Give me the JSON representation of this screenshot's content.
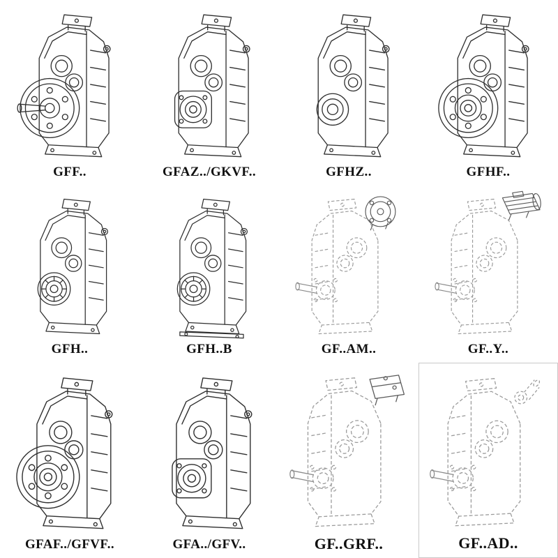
{
  "page": {
    "background": "#ffffff"
  },
  "style": {
    "line_color": "#2f2f2f",
    "phantom_line_color": "#9a9a9a",
    "attachment_line_color": "#5a5a5a",
    "label_color": "#101010",
    "box_border_color": "#c9c9c9"
  },
  "items": [
    {
      "label": "GFF..",
      "drawing": "parallel-shaft-gearbox-solid-shaft-output-flange"
    },
    {
      "label": "GFAZ../GKVF..",
      "drawing": "parallel-shaft-gearbox-hollow-shaft-square-flange"
    },
    {
      "label": "GFHZ..",
      "drawing": "parallel-shaft-gearbox-hollow-shaft"
    },
    {
      "label": "GFHF..",
      "drawing": "parallel-shaft-gearbox-hollow-shaft-round-flange"
    },
    {
      "label": "GFH..",
      "drawing": "parallel-shaft-gearbox-hollow-shaft-shrink-disc"
    },
    {
      "label": "GFH..B",
      "drawing": "parallel-shaft-gearbox-hollow-shaft-with-base"
    },
    {
      "label": "GF..AM..",
      "drawing": "gearbox-with-motor-adapter-flange-phantom-view"
    },
    {
      "label": "GF..Y..",
      "drawing": "gearbox-with-mounted-motor-phantom-view"
    },
    {
      "label": "GFAF../GFVF..",
      "drawing": "parallel-shaft-gearbox-output-flange"
    },
    {
      "label": "GFA../GFV..",
      "drawing": "parallel-shaft-gearbox-hollow-shaft-compact"
    },
    {
      "label": "GF..GRF..",
      "drawing": "gearbox-with-input-adapter-phantom-view"
    },
    {
      "label": "GF..AD..",
      "drawing": "gearbox-with-input-shaft-adapter-phantom-view"
    }
  ]
}
